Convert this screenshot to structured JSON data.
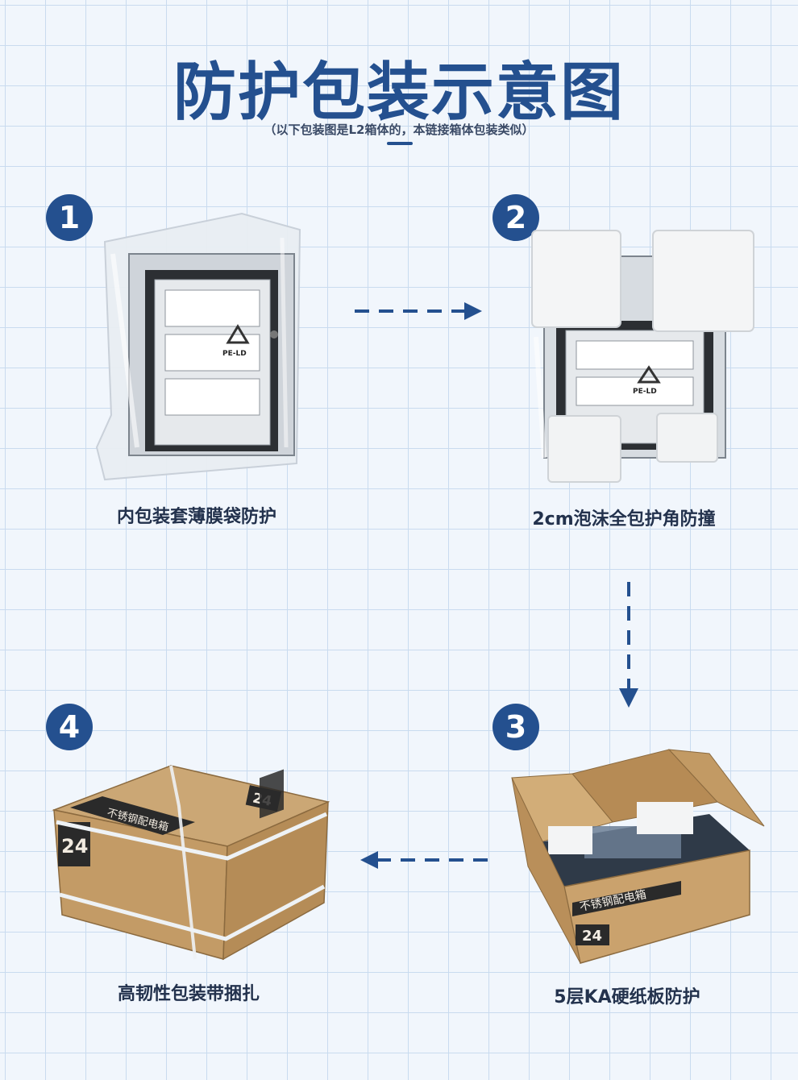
{
  "header": {
    "title": "防护包装示意图",
    "subtitle": "（以下包装图是L2箱体的，本链接箱体包装类似）"
  },
  "steps": [
    {
      "number": "1",
      "caption": "内包装套薄膜袋防护"
    },
    {
      "number": "2",
      "caption": "2cm泡沫全包护角防撞"
    },
    {
      "number": "3",
      "caption": "5层KA硬纸板防护"
    },
    {
      "number": "4",
      "caption": "高韧性包装带捆扎"
    }
  ],
  "labels": {
    "recycle_code": "PE-LD",
    "box_text": "不锈钢配电箱",
    "box_number": "24"
  },
  "colors": {
    "accent": "#24508f",
    "grid_line": "#c9dbef",
    "background": "#f1f6fc",
    "cardboard": "#c9a26e"
  }
}
